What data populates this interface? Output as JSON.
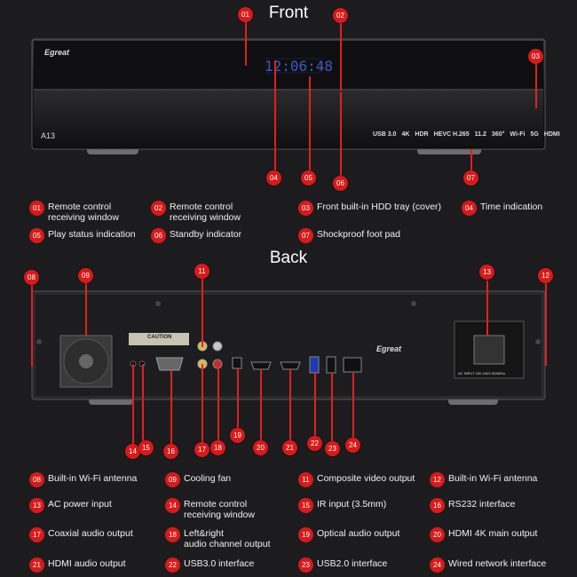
{
  "front": {
    "title": "Front",
    "brand": "Egreat",
    "model": "A13",
    "clock": "12:06:48",
    "badges": [
      "USB 3.0",
      "4K",
      "HDR",
      "HEVC H.265",
      "11.2",
      "360°",
      "Wi-Fi",
      "5G",
      "HDMI"
    ]
  },
  "back": {
    "title": "Back",
    "brand": "Egreat",
    "caution": "CAUTION",
    "ac_label": "AC INPUT 100-240V 50/60Hz"
  },
  "callouts_front": [
    "01",
    "02",
    "03",
    "04",
    "05",
    "06",
    "07"
  ],
  "callouts_back": [
    "08",
    "09",
    "11",
    "12",
    "13",
    "14",
    "15",
    "16",
    "17",
    "18",
    "19",
    "20",
    "21",
    "22",
    "23",
    "24"
  ],
  "legend_front": [
    {
      "num": "01",
      "text": "Remote control\nreceiving window"
    },
    {
      "num": "02",
      "text": "Remote control\nreceiving window"
    },
    {
      "num": "03",
      "text": "Front built-in HDD tray (cover)"
    },
    {
      "num": "04",
      "text": "Time indication"
    },
    {
      "num": "05",
      "text": "Play status indication"
    },
    {
      "num": "06",
      "text": "Standby indicator"
    },
    {
      "num": "07",
      "text": "Shockproof foot pad"
    }
  ],
  "legend_back": [
    {
      "num": "08",
      "text": "Built-in Wi-Fi antenna"
    },
    {
      "num": "09",
      "text": "Cooling fan"
    },
    {
      "num": "11",
      "text": "Composite video output"
    },
    {
      "num": "12",
      "text": "Built-in Wi-Fi antenna"
    },
    {
      "num": "13",
      "text": "AC power input"
    },
    {
      "num": "14",
      "text": "Remote control\nreceiving window"
    },
    {
      "num": "15",
      "text": "IR input (3.5mm)"
    },
    {
      "num": "16",
      "text": "RS232 interface"
    },
    {
      "num": "17",
      "text": "Coaxial audio output"
    },
    {
      "num": "18",
      "text": "Left&right\naudio channel output"
    },
    {
      "num": "19",
      "text": "Optical audio output"
    },
    {
      "num": "20",
      "text": "HDMI 4K main output"
    },
    {
      "num": "21",
      "text": "HDMI audio output"
    },
    {
      "num": "22",
      "text": "USB3.0 interface"
    },
    {
      "num": "23",
      "text": "USB2.0 interface"
    },
    {
      "num": "24",
      "text": "Wired network interface"
    }
  ]
}
